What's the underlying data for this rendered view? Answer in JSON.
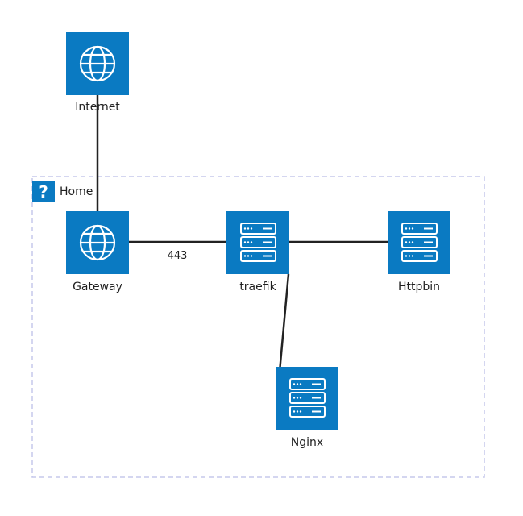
{
  "colors": {
    "node_fill": "#0a7ac2",
    "icon_stroke": "#ffffff",
    "edge": "#222222",
    "group_border": "#c5c8ec",
    "group_badge": "#0a7ac2"
  },
  "group": {
    "label": "Home",
    "badge_glyph": "?",
    "badge_icon": "question-mark-icon"
  },
  "nodes": [
    {
      "id": "internet",
      "label": "Internet",
      "icon": "globe-icon"
    },
    {
      "id": "gateway",
      "label": "Gateway",
      "icon": "globe-icon"
    },
    {
      "id": "traefik",
      "label": "traefik",
      "icon": "server-icon"
    },
    {
      "id": "httpbin",
      "label": "Httpbin",
      "icon": "server-icon"
    },
    {
      "id": "nginx",
      "label": "Nginx",
      "icon": "server-icon"
    }
  ],
  "edges": [
    {
      "from": "internet",
      "to": "gateway",
      "label": ""
    },
    {
      "from": "gateway",
      "to": "traefik",
      "label": "443"
    },
    {
      "from": "traefik",
      "to": "httpbin",
      "label": ""
    },
    {
      "from": "traefik",
      "to": "nginx",
      "label": ""
    }
  ]
}
